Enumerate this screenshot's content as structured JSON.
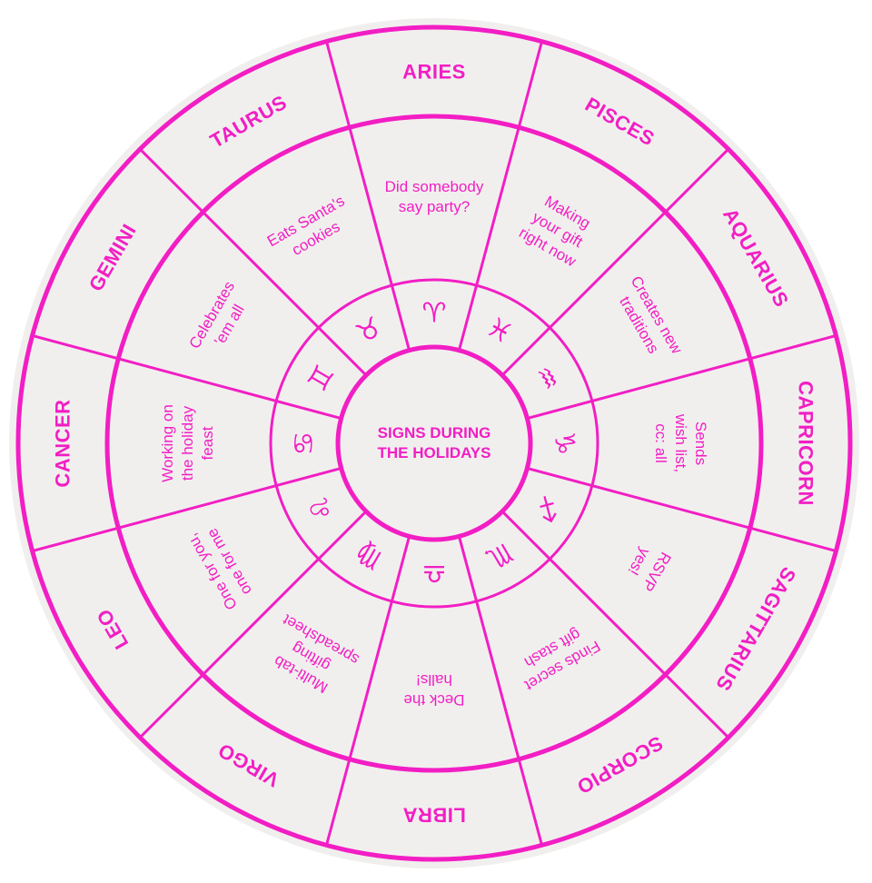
{
  "title": {
    "line1": "SIGNS DURING",
    "line2": "THE HOLIDAYS"
  },
  "colors": {
    "accent": "#f21ec4",
    "paper": "#f1efee"
  },
  "signs": [
    {
      "name": "ARIES",
      "glyph": "♈",
      "phrase": [
        "Did somebody",
        "say party?"
      ]
    },
    {
      "name": "PISCES",
      "glyph": "♓",
      "phrase": [
        "Making",
        "your gift",
        "right now"
      ]
    },
    {
      "name": "AQUARIUS",
      "glyph": "♒",
      "phrase": [
        "Creates new",
        "traditions"
      ]
    },
    {
      "name": "CAPRICORN",
      "glyph": "♑",
      "phrase": [
        "Sends",
        "wish list,",
        "cc: all"
      ]
    },
    {
      "name": "SAGITTARIUS",
      "glyph": "♐",
      "phrase": [
        "RSVP",
        "yes!"
      ]
    },
    {
      "name": "SCORPIO",
      "glyph": "♏",
      "phrase": [
        "Finds secret",
        "gift stash"
      ]
    },
    {
      "name": "LIBRA",
      "glyph": "♎",
      "phrase": [
        "Deck the",
        "halls!"
      ]
    },
    {
      "name": "VIRGO",
      "glyph": "♍",
      "phrase": [
        "Multi-tab",
        "gifting",
        "spreadsheet"
      ]
    },
    {
      "name": "LEO",
      "glyph": "♌",
      "phrase": [
        "One for you,",
        "one for me"
      ]
    },
    {
      "name": "CANCER",
      "glyph": "♋",
      "phrase": [
        "Working on",
        "the holiday",
        "feast"
      ]
    },
    {
      "name": "GEMINI",
      "glyph": "♊",
      "phrase": [
        "Celebrates",
        "'em all"
      ]
    },
    {
      "name": "TAURUS",
      "glyph": "♉",
      "phrase": [
        "Eats Santa's",
        "cookies"
      ]
    }
  ]
}
